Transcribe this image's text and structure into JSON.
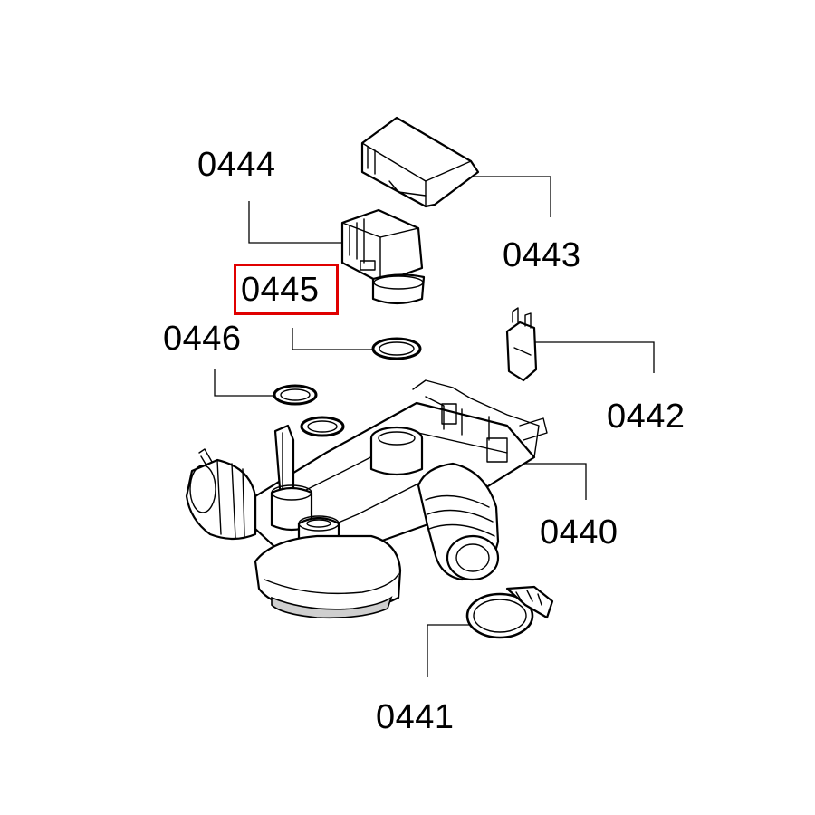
{
  "labels": {
    "p0440": "0440",
    "p0441": "0441",
    "p0442": "0442",
    "p0443": "0443",
    "p0444": "0444",
    "p0445": "0445",
    "p0446": "0446"
  },
  "highlight": {
    "part": "0445",
    "color": "#e00000"
  }
}
